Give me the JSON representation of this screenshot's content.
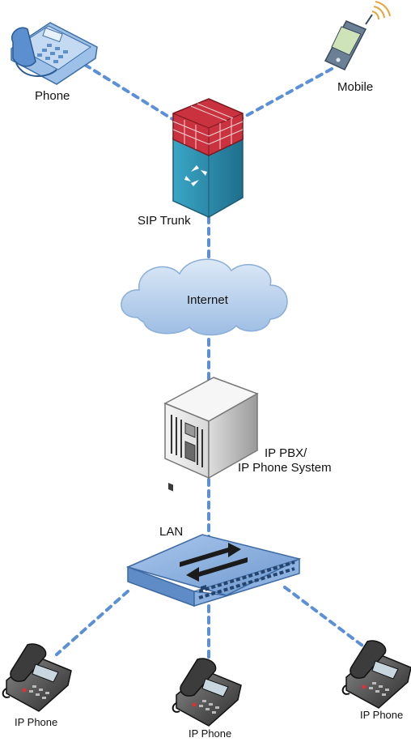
{
  "diagram": {
    "labels": {
      "phone": "Phone",
      "mobile": "Mobile",
      "sip_trunk": "SIP Trunk",
      "internet": "Internet",
      "pbx_line1": "IP PBX/",
      "pbx_line2": "IP Phone System",
      "lan": "LAN",
      "ip_phone_left": "IP Phone",
      "ip_phone_center": "IP Phone",
      "ip_phone_right": "IP Phone"
    },
    "connections": [
      {
        "from": "phone",
        "to": "sip_trunk"
      },
      {
        "from": "mobile",
        "to": "sip_trunk"
      },
      {
        "from": "sip_trunk",
        "to": "internet"
      },
      {
        "from": "internet",
        "to": "ip_pbx"
      },
      {
        "from": "ip_pbx",
        "to": "lan_switch"
      },
      {
        "from": "lan_switch",
        "to": "ip_phone_left"
      },
      {
        "from": "lan_switch",
        "to": "ip_phone_center"
      },
      {
        "from": "lan_switch",
        "to": "ip_phone_right"
      }
    ],
    "colors": {
      "link": "#5b8fd6",
      "firewall_brick": "#c9323e",
      "router_body": "#2f8fae",
      "cloud": "#a9c6e8",
      "switch": "#7ea6d8",
      "server": "#eeeeee"
    }
  }
}
